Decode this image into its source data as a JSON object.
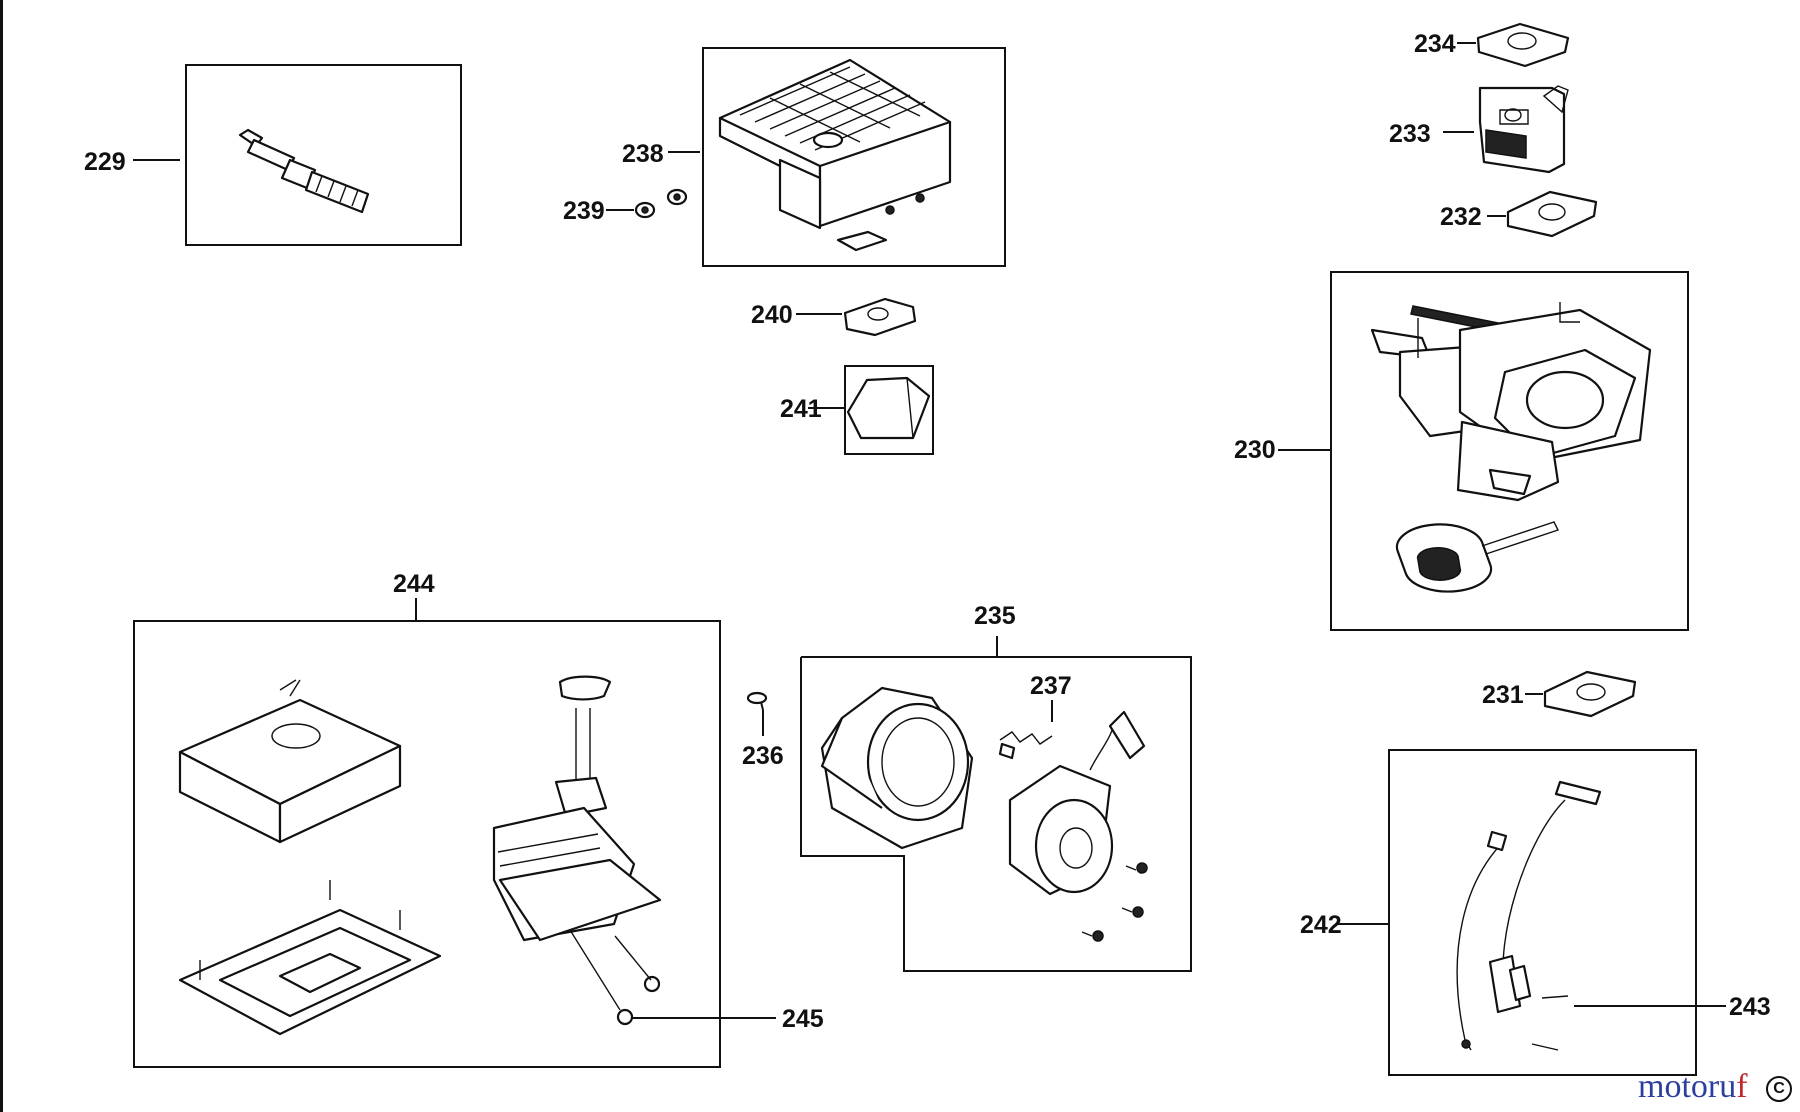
{
  "callouts": {
    "c229": "229",
    "c230": "230",
    "c231": "231",
    "c232": "232",
    "c233": "233",
    "c234": "234",
    "c235": "235",
    "c236": "236",
    "c237": "237",
    "c238": "238",
    "c239": "239",
    "c240": "240",
    "c241": "241",
    "c242": "242",
    "c243": "243",
    "c244": "244",
    "c245": "245"
  },
  "watermark": {
    "part1": "motoru",
    "part2": "f"
  },
  "copyright_symbol": "C",
  "colors": {
    "ink": "#111111",
    "background": "#ffffff",
    "watermark_blue": "#2d3f9e",
    "watermark_red": "#c0282d"
  }
}
